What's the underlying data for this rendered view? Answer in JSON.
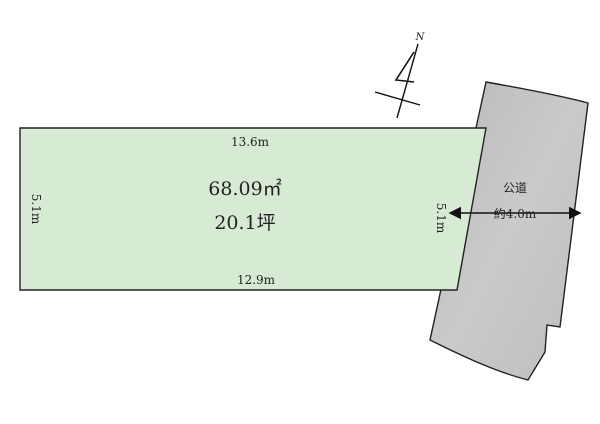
{
  "lot": {
    "area": "68.09㎡",
    "tsubo": "20.1坪",
    "top_edge": "13.6m",
    "bottom_edge": "12.9m",
    "left_edge": "5.1m",
    "right_edge": "5.1m",
    "fill_color": "#d7ead4"
  },
  "road": {
    "name": "公道",
    "width": "約4.0m",
    "fill_color": "#c6c6c6"
  },
  "compass": {
    "label": "N"
  }
}
